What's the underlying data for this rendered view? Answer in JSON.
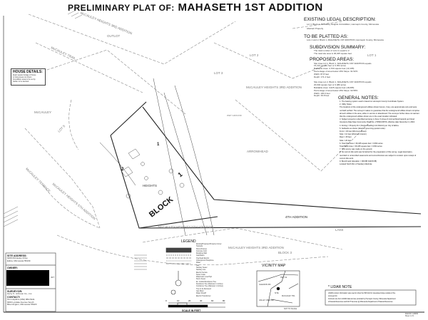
{
  "title": {
    "prefix": "PRELIMINARY PLAT OF:",
    "name": "MAHASETH 1ST ADDITION"
  },
  "legal": {
    "existing_heading": "EXISTING LEGAL DESCRIPTION:",
    "existing_text": [
      "Lot 4, Block 1, McCauley Heights 3rd Addition, Hennepin County, Minnesota",
      "Abstract Property"
    ],
    "to_be_platted_heading": "TO BE PLATTED AS:",
    "to_be_platted_text": "Lots 1 and 2, Block 1, MAHASETH 1ST ADDITION, Hennepin County, Minnesota"
  },
  "summary": {
    "heading": "SUBDIVISION SUMMARY:",
    "lines": [
      "The total number of Lots is equal to 2.",
      "The total site area is 36,325 square feet."
    ]
  },
  "proposed": {
    "heading": "PROPOSED AREAS:",
    "lot1": [
      "Site Area Lot 1, Block 1, MAHASETH 1ST ADDITION equals",
      "15,421 square feet or 0.354 acres",
      "Buildable Area: 3,700 square feet (13,195)",
      "Percentage of area below 18% Slope: 91.52%",
      "Width: 87.8 feet",
      "Depth: 171.4 feet"
    ],
    "lot2": [
      "Site Area Lot 2, Block 1, MAHASETH 1ST ADDITION equals",
      "20,904 square feet or 0.480 acres",
      "Buildable Area: 3,625 square feet (18,085)",
      "Percentage of area below 18% Slope: 93.58%",
      "Width: 100.0 feet",
      "Depth: 39.8 feet"
    ]
  },
  "notes": {
    "heading": "GENERAL NOTES:",
    "lines": [
      "1. The bearing system used is based on Hennepin County Coordinate System.",
      "2. Utility Notes:",
      "The locations of the underground utilities shown hereon, if any, are approximate only and were",
      "not field verified. The surveyor makes no guarantee that the underground utilities shown comprise",
      "all such utilities in the area, either in service or abandoned. The surveyor further does not warrant",
      "that the underground utilities shown are in the exact location indicated.",
      "3. Subject property is identified as being in Zone X (Area of minimal flood hazard) per Flood",
      "Insurance Rate Map Community Panel No. 27053C0357F, effective date November 4, 2016.",
      "4. Zoning = Property R-1 (Single Dwelling Unit District) per City of Edina.",
      "5. Setbacks as shown (listed in governing quoted code):",
      "Front = 30 feet (Minimum Street)",
      "Side = 10 feet (Minimum Interior)",
      "Rear = 25 feet",
      "Side = 20 feet",
      "6. Total Site Area = 36,325 square feet = 0.834 acres",
      "Total Block Area = 36,325 square feet = 0.834 acres",
      "7. This survey was made on the ground.",
      "8. No current title work was furnished for the preparation of this survey. Legal description,",
      "recorded or unrecorded easements and encumbrances are subject to revision upon receipt of",
      "current title work.",
      "9. Benchmark: Elevation = 900.88 (NAVD 88)",
      "Located North Rim of Sanitary Manhole"
    ]
  },
  "house_details": {
    "heading": "HOUSE DETAILS:",
    "lines": [
      "Exact square footage of house",
      "or living areas not shown",
      "Foundation areas to be set by",
      "builder to be decided"
    ]
  },
  "site_info": {
    "site_address_heading": "SITE ADDRESS:",
    "site_address": [
      "6409 McCauley Drive",
      "Edina, Minnesota 55439"
    ],
    "owner_heading": "OWNER:",
    "owner_suffix": "327",
    "surveyor_heading": "SURVEYOR:",
    "surveyor": "Harry S. Johnson Co., Inc.",
    "contact_heading": "CONTACT:",
    "contact": [
      "Tom Hopkins (952) 884-5341",
      "9063 Lyndale Avenue South",
      "Bloomington, Minnesota 55420"
    ]
  },
  "map_labels": {
    "mccauley_heights_3rd_top": "McCAULEY HEIGHTS 3RD ADDITION",
    "mccauley_trail": "McCAULEY TRAIL",
    "mccauley": "McCAULEY",
    "mccauley_heights_3rd_right": "McCAULEY HEIGHTS 3RD ADDITION",
    "mccauley_heights_5th": "McCAULEY HEIGHTS 5TH ADDITION",
    "mccauley_terrace": "McCAULEY TERRACE",
    "arrowhead": "ARROWHEAD",
    "fourth_addition": "4TH ADDITION",
    "lake": "LAKE",
    "mccauley_heights_5th_bottom": "McCAULEY HEIGHTS 5TH ADDITION",
    "mccauley_heights_3rd_bottom": "McCAULEY HEIGHTS 3RD ADDITION",
    "block_bottom": "BLOCK 3",
    "block": "BLOCK",
    "block_num": "1",
    "lot1": "1",
    "lot2": "2",
    "heights": "HEIGHTS",
    "lot_3": "LOT 3",
    "lot_1": "LOT 1",
    "lot_2": "LOT 2",
    "lot_5": "LOT 5",
    "outlot": "OUTLOT",
    "wet_ground": "WET GROUND"
  },
  "legend": {
    "heading": "LEGEND",
    "items": [
      "Existing/Proposed Property Corner",
      "Hydrants",
      "Parcel Frames",
      "Concrete Curb",
      "Retaining Wall",
      "Catchbasin",
      "Overhead Electric",
      "Underground Telephone",
      "Water",
      "Gas",
      "Sanitary Sewer",
      "Sanitary Line",
      "Electric Service",
      "Sewer Grate",
      "Watermain Lines/Hyd",
      "Storm Sewer",
      "Ex. Conifer/Deciduous Tree",
      "Deciduous Tree (Diameter in Inches)",
      "Coniferous Tree (Diameter in Inches)",
      "Tree to be Removed",
      "Gas Meter",
      "Water Shutoff",
      "Electric Transformer"
    ]
  },
  "scale": {
    "label": "SCALE IN FEET",
    "ticks": [
      "0",
      "10",
      "20",
      "40",
      "60",
      "80"
    ]
  },
  "vicinity": {
    "heading": "VICINITY MAP",
    "labels": [
      "HWY 62",
      "GLEASON RD",
      "SITE",
      "McCAULEY TRL",
      "VALLEY VIEW RD",
      "NOT TO SCALE"
    ]
  },
  "lidar": {
    "heading": "* LIDAR NOTE",
    "lines": [
      "LIDAR contour information was used to show the 50ft limit for developed slope outside of the",
      "surveyed lot.",
      "Contours are from LIDAR data and are provided by Hennepin County, Minnesota Department",
      "of Natural Resources and MnIT Services @ Minnesota Department of Natural Resources."
    ]
  },
  "footer": {
    "lines": [
      "FILE NO. 123456",
      "Sheet 1 of 1"
    ]
  }
}
